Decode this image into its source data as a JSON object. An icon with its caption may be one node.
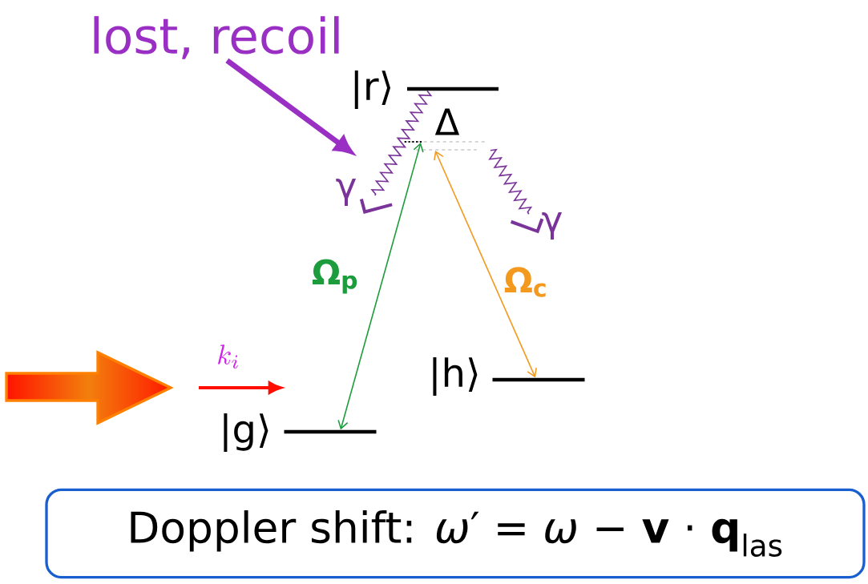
{
  "diagram": {
    "nodes": [
      {
        "text": [
          "lost, recoil"
        ]
      },
      {
        "text": [],
        "shape": "bar",
        "beside": [
          "|r⟩"
        ]
      },
      {
        "text": [],
        "shape": "bar"
      },
      {
        "text": [],
        "shape": "bar"
      },
      {
        "text": [],
        "shape": "box",
        "beside": [
          "γ"
        ]
      },
      {
        "text": [],
        "shape": "box",
        "beside": [
          "γ"
        ]
      },
      {
        "text": [],
        "shape": "bar",
        "beside": [
          "|h⟩"
        ]
      },
      {
        "text": [],
        "shape": "bar",
        "beside": [
          "|g⟩"
        ]
      },
      {
        "text": [
          "Doppler shift: *ω*′ = *ω* − **v** · **q**$_{las}$"
        ]
      }
    ],
    "edges": [
      {
        "from": 7,
        "to": 2,
        "arrow": "both",
        "label": "Ω$_{p}$",
        "color": "#1c9c3c"
      },
      {
        "from": 6,
        "to": 3,
        "arrow": "both",
        "label": "Ω$_{c}$",
        "color": "#f39a1e"
      },
      {
        "from": 1,
        "to": 4,
        "arrow": "none",
        "color": "#7a3399"
      },
      {
        "from": 2,
        "to": 5,
        "arrow": "none",
        "color": "#7a3399"
      },
      {
        "from": 0,
        "to": null,
        "arrow": "to",
        "style": "thick",
        "color": "#9a2fc4"
      }
    ],
    "labels": [
      "Δ",
      "k_i"
    ]
  }
}
